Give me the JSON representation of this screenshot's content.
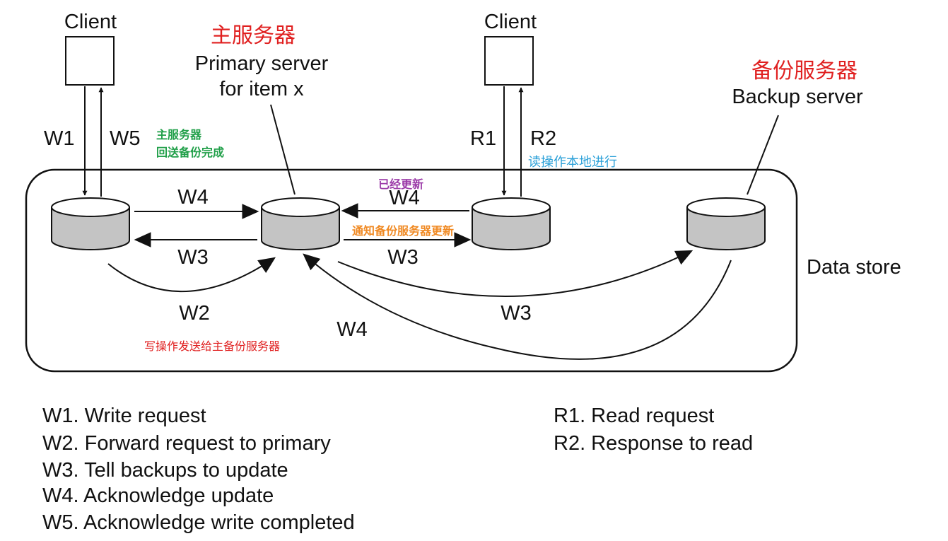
{
  "colors": {
    "red": "#e02020",
    "green": "#22a04a",
    "purple": "#9b3aa8",
    "orange": "#f08a24",
    "blue": "#2aa0d8",
    "disk": "#c4c4c4",
    "stroke": "#111111"
  },
  "diagram": {
    "client_left_label": "Client",
    "client_right_label": "Client",
    "primary_cn": "主服务器",
    "primary_en_line1": "Primary server",
    "primary_en_line2": "for item x",
    "backup_cn": "备份服务器",
    "backup_en": "Backup server",
    "data_store_label": "Data store",
    "edge_labels": {
      "w1": "W1",
      "w5": "W5",
      "r1": "R1",
      "r2": "R2",
      "w4_top_left": "W4",
      "w3_mid_left": "W3",
      "w2": "W2",
      "w4_mid_right": "W4",
      "w3_mid_right": "W3",
      "w3_bottom": "W3",
      "w4_bottom": "W4"
    },
    "annotations": {
      "primary_ack_line1": "主服务器",
      "primary_ack_line2": "回送备份完成",
      "read_local": "读操作本地进行",
      "updated": "已经更新",
      "notify_backup": "通知备份服务器更新",
      "write_forward": "写操作发送给主备份服务器"
    }
  },
  "legend": {
    "left": [
      "W1. Write request",
      "W2. Forward request to primary",
      "W3. Tell backups to update",
      "W4. Acknowledge update",
      "W5. Acknowledge write completed"
    ],
    "right": [
      "R1. Read request",
      "R2. Response to read"
    ]
  }
}
